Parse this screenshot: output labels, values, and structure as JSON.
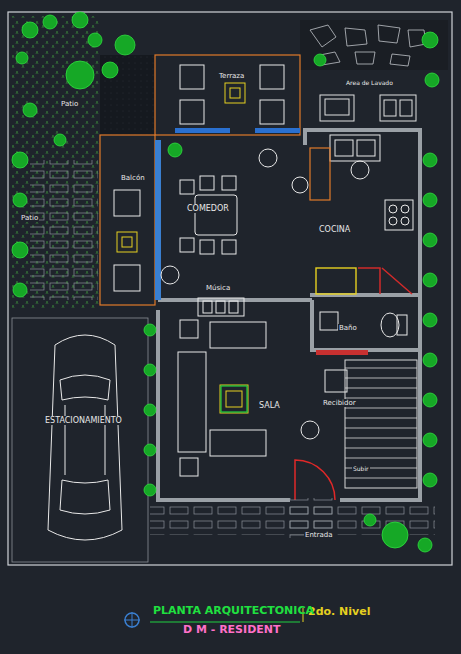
{
  "diagram": {
    "title": "PLANTA ARQUITECTONICA",
    "caption": "D M - RESIDENT",
    "labels": [
      "Terraza",
      "Area de Lavado",
      "Patio",
      "Balcón",
      "Patio",
      "COMEDOR",
      "COCINA",
      "Música",
      "Baño",
      "SALA",
      "Recibidor",
      "ESTACIONAMIENTO",
      "Entrada",
      "Subir",
      "2do. Nivel"
    ]
  }
}
